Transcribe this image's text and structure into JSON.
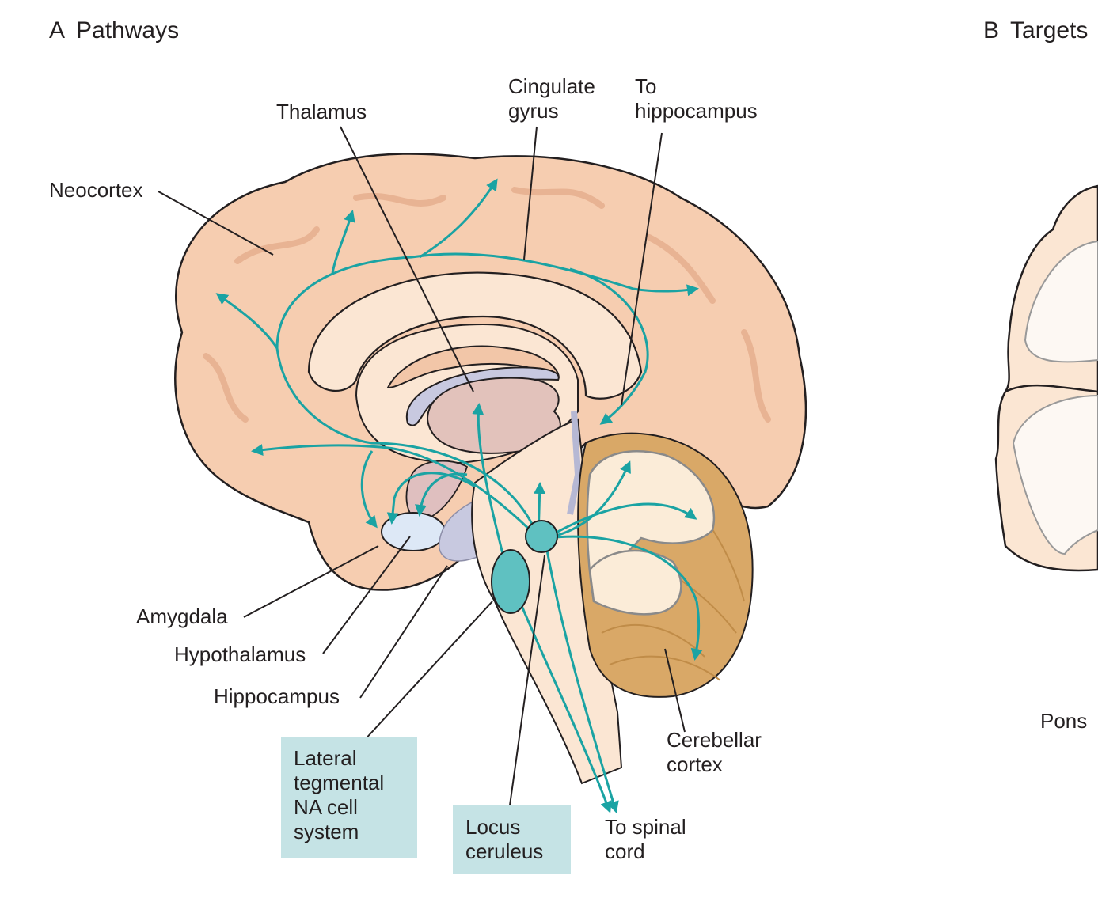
{
  "panels": [
    {
      "letter": "A",
      "title": "Pathways"
    },
    {
      "letter": "B",
      "title": "Targets"
    }
  ],
  "labels": {
    "thalamus": "Thalamus",
    "cingulate_gyrus": "Cingulate\ngyrus",
    "to_hippocampus": "To\nhippocampus",
    "neocortex": "Neocortex",
    "amygdala": "Amygdala",
    "hypothalamus": "Hypothalamus",
    "hippocampus": "Hippocampus",
    "cerebellar_cortex": "Cerebellar\ncortex",
    "to_spinal_cord": "To spinal\ncord",
    "pons": "Pons"
  },
  "highlighted_labels": {
    "lateral_tegmental": "Lateral\ntegmental\nNA cell\nsystem",
    "locus_ceruleus": "Locus\nceruleus"
  },
  "colors": {
    "pathway": "#1aa3a3",
    "cortex": "#f6cdb0",
    "white_matter": "#fbe6d3",
    "thalamus": "#e2c2bb",
    "ventricle": "#c8c9e0",
    "cerebellum": "#d9a867",
    "highlight_box": "#c5e3e5"
  }
}
